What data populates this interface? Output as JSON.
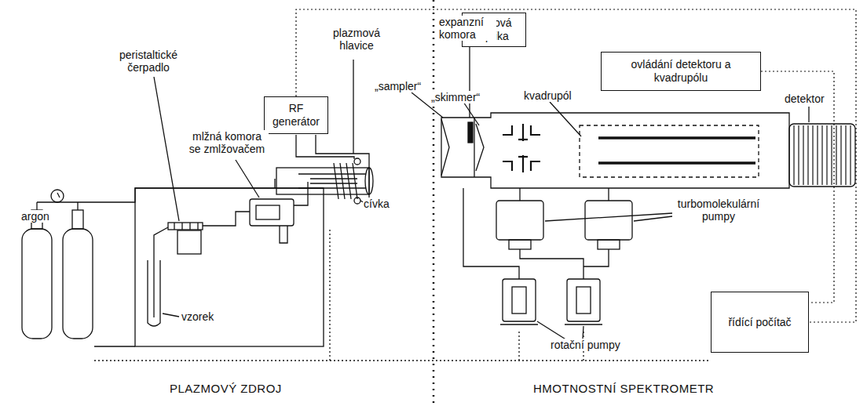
{
  "diagram": {
    "nodes": [
      {
        "text": [
          "RF generátor"
        ]
      },
      {
        "text": [
          "iontová optika"
        ]
      },
      {
        "text": [
          "ovládání detektoru a kvadrupólu"
        ]
      },
      {
        "text": [
          "řídící počítač"
        ]
      }
    ],
    "edges": [
      {
        "from": 0,
        "to": 3,
        "arrow": "none"
      },
      {
        "from": 2,
        "to": 3,
        "arrow": "none"
      }
    ],
    "labels": [
      "argon",
      "peristaltické čerpadlo",
      "vzorek",
      "mlžná komora se zmlžovačem",
      "plazmová hlavice",
      "cívka",
      "„sampler“",
      "expanzní komora",
      "„skimmer“",
      "kvadrupól",
      "detektor",
      "turbomolekulární pumpy",
      "rotační pumpy",
      "PLAZMOVÝ ZDROJ",
      "HMOTNOSTNÍ SPEKTROMETR"
    ]
  }
}
